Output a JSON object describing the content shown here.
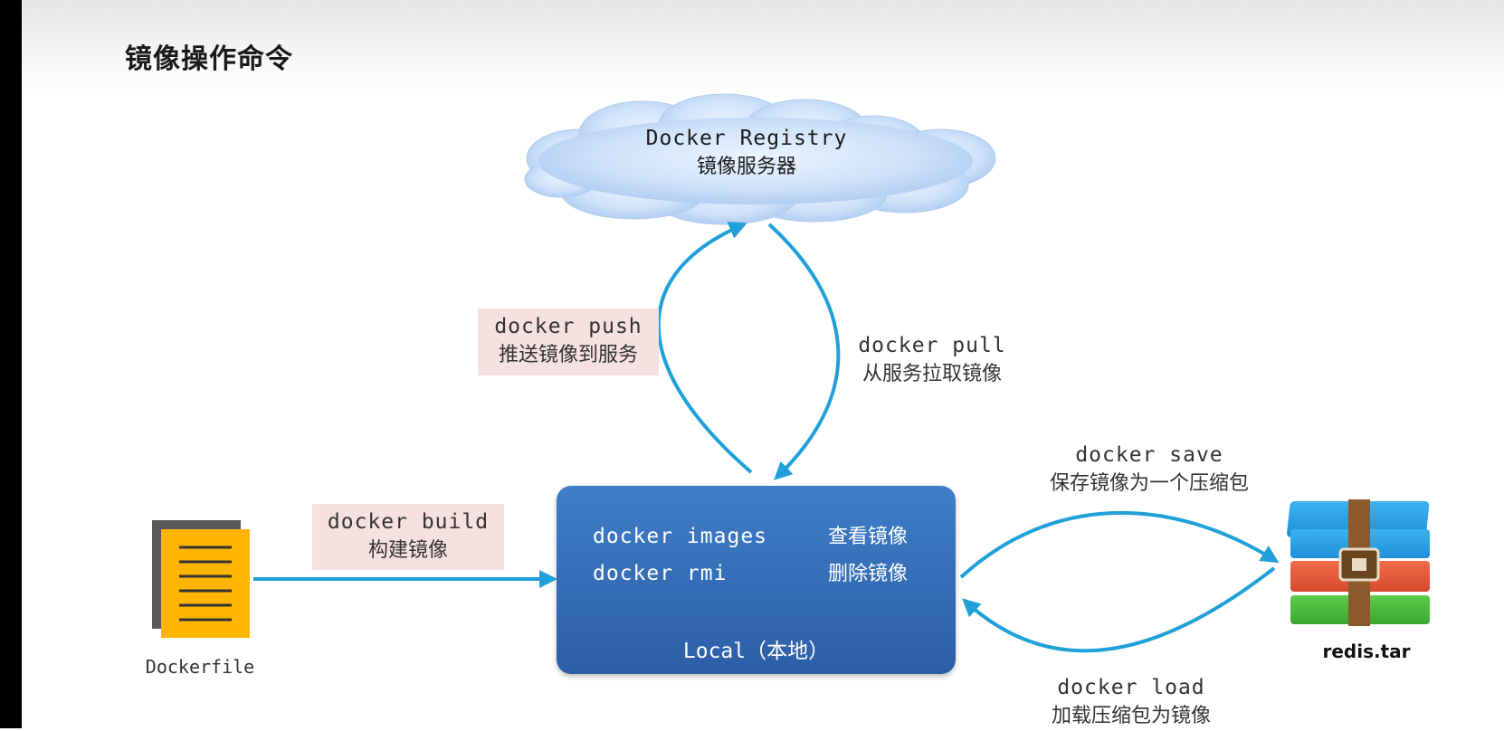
{
  "title": "镜像操作命令",
  "registry": {
    "name": "Docker Registry",
    "subtitle": "镜像服务器"
  },
  "push": {
    "cmd": "docker push",
    "desc": "推送镜像到服务"
  },
  "pull": {
    "cmd": "docker pull",
    "desc": "从服务拉取镜像"
  },
  "build": {
    "cmd": "docker build",
    "desc": "构建镜像"
  },
  "save": {
    "cmd": "docker save",
    "desc": "保存镜像为一个压缩包"
  },
  "load": {
    "cmd": "docker load",
    "desc": "加载压缩包为镜像"
  },
  "local": {
    "rows": [
      {
        "cmd": "docker images",
        "desc": "查看镜像"
      },
      {
        "cmd": "docker rmi",
        "desc": "删除镜像"
      }
    ],
    "caption": "Local（本地）"
  },
  "dockerfile": {
    "label": "Dockerfile",
    "icon": "document-icon"
  },
  "archive": {
    "label": "redis.tar",
    "icon": "archive-icon"
  },
  "colors": {
    "arrow": "#1fa0d8",
    "local_top": "#3f7ec8",
    "local_bottom": "#2c5ea6",
    "cloud": "#c6dcf7",
    "label_bg": "#f5e1df",
    "doc_front": "#ffb400",
    "doc_back": "#595959"
  }
}
